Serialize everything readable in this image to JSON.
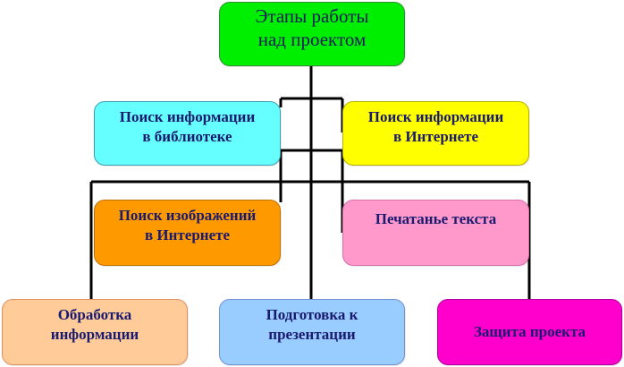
{
  "diagram": {
    "nodes": {
      "root": {
        "label": "Этапы работы\nнад проектом",
        "color": "#00ee00"
      },
      "library": {
        "label": "Поиск информации\nв библиотеке",
        "color": "#66ffff"
      },
      "internet_info": {
        "label": "Поиск информации\nв Интернете",
        "color": "#ffff00"
      },
      "images": {
        "label": "Поиск изображений\nв Интернете",
        "color": "#ff9900"
      },
      "typing": {
        "label": "Печатанье текста",
        "color": "#ff99cc"
      },
      "processing": {
        "label": "Обработка\nинформации",
        "color": "#ffcc99"
      },
      "presentation": {
        "label": "Подготовка к\nпрезентации",
        "color": "#99ccff"
      },
      "defense": {
        "label": "Защита проекта",
        "color": "#ff00cc"
      }
    },
    "connector_color": "#000000"
  }
}
